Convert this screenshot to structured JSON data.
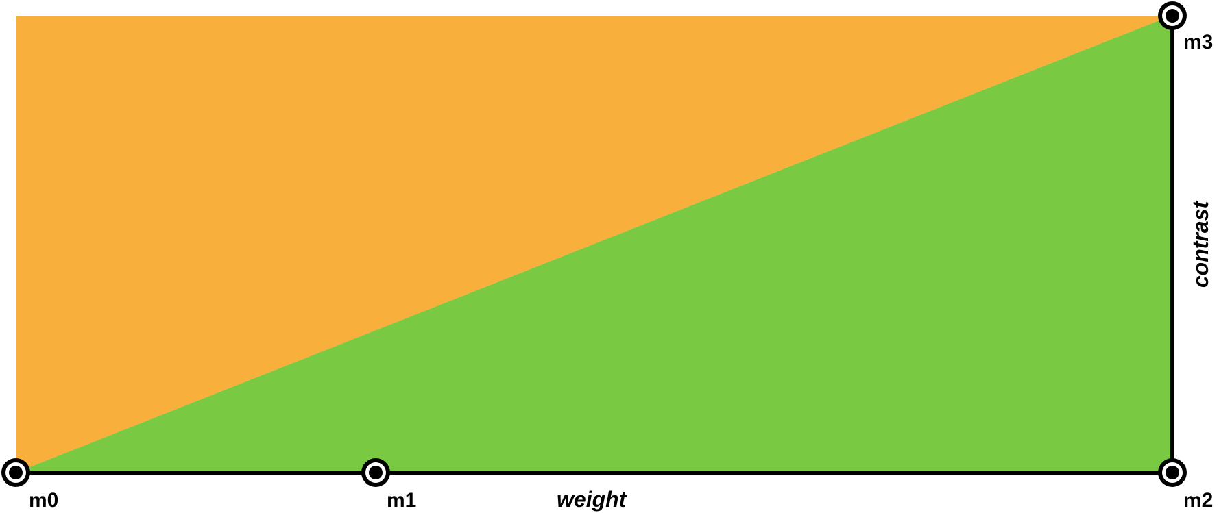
{
  "colors": {
    "background": "#ffffff",
    "orange_region": "#F9AF3B",
    "green_region": "#7AC943",
    "axis": "#000000",
    "marker_outer": "#000000",
    "marker_ring": "#ffffff",
    "marker_dot": "#000000"
  },
  "regions": [
    {
      "name": "orange-region",
      "color": "#F9AF3B"
    },
    {
      "name": "green-region",
      "color": "#7AC943"
    }
  ],
  "masters": [
    {
      "id": "m0",
      "label": "m0"
    },
    {
      "id": "m1",
      "label": "m1"
    },
    {
      "id": "m2",
      "label": "m2"
    },
    {
      "id": "m3",
      "label": "m3"
    }
  ],
  "axes": {
    "horizontal_label": "weight",
    "vertical_label": "contrast"
  }
}
